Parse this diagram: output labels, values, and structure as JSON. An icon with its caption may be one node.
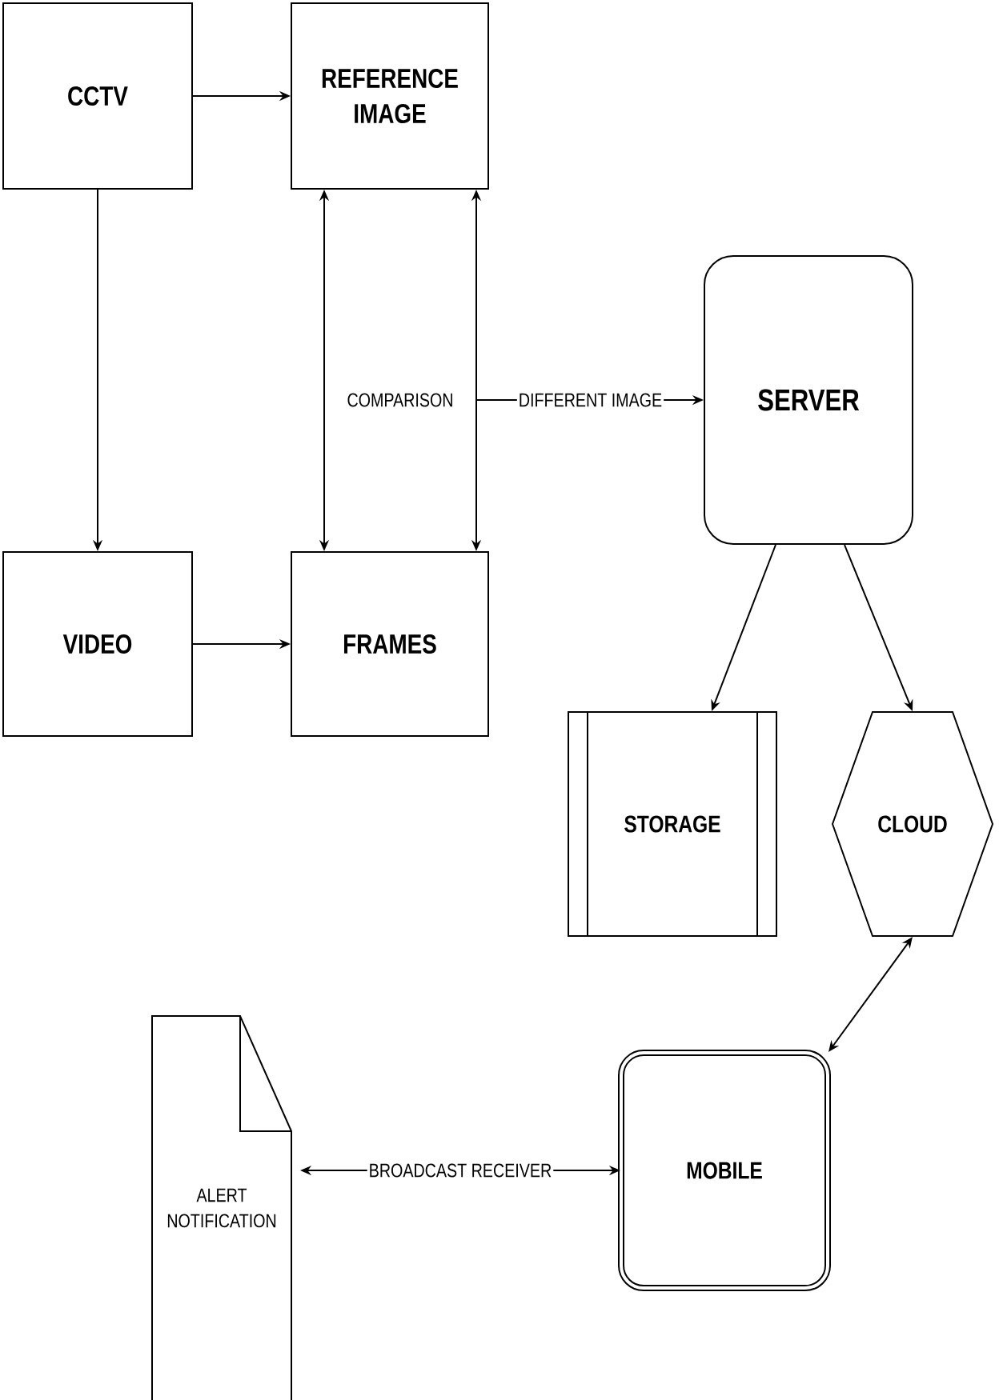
{
  "diagram": {
    "nodes": [
      {
        "text": [
          "CCTV"
        ]
      },
      {
        "text": [
          "REFERENCE IMAGE"
        ]
      },
      {
        "text": [
          "SERVER"
        ]
      },
      {
        "text": [
          "VIDEO"
        ]
      },
      {
        "text": [
          "FRAMES"
        ]
      },
      {
        "text": [
          "STORAGE"
        ]
      },
      {
        "text": [
          "CLOUD"
        ]
      },
      {
        "text": [
          "ALERT NOTIFICATION"
        ]
      },
      {
        "text": [
          "MOBILE"
        ]
      }
    ],
    "edges": [
      {
        "from": 0,
        "to": 1,
        "arrow": "to"
      },
      {
        "from": 0,
        "to": 3,
        "arrow": "to"
      },
      {
        "from": 3,
        "to": 4,
        "arrow": "to"
      },
      {
        "from": 1,
        "to": 4,
        "arrow": "both"
      },
      {
        "from": 1,
        "to": 4,
        "arrow": "both"
      },
      {
        "from": null,
        "to": 2,
        "arrow": "to",
        "label": "DIFFERENT IMAGE"
      },
      {
        "from": 2,
        "to": 5,
        "arrow": "to"
      },
      {
        "from": 2,
        "to": 6,
        "arrow": "to"
      },
      {
        "from": 6,
        "to": 8,
        "arrow": "both"
      },
      {
        "from": 8,
        "to": 7,
        "arrow": "both",
        "label": "BROADCAST RECEIVER"
      }
    ],
    "labels": [
      "COMPARISON"
    ]
  }
}
